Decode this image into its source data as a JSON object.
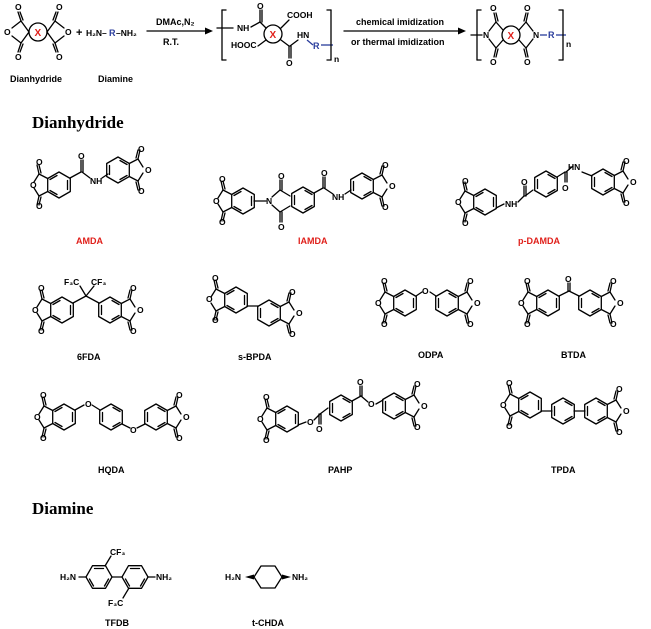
{
  "reaction": {
    "dianhydride_label": "Dianhydride",
    "diamine_label": "Diamine",
    "plus": "+",
    "diamine_formula_left": "H₂N–",
    "diamine_formula_r": "R",
    "diamine_formula_right": "–NH₂",
    "conditions_top": "DMAc,N₂",
    "conditions_bottom": "R.T.",
    "imidization_top": "chemical imidization",
    "imidization_bottom": "or thermal imidization",
    "x_symbol": "X",
    "r_symbol": "R",
    "n_symbol": "n",
    "cooh": "COOH",
    "hooc": "HOOC",
    "nh": "NH",
    "hn": "HN",
    "o": "O",
    "n": "N"
  },
  "sections": {
    "dianhydride_title": "Dianhydride",
    "diamine_title": "Diamine"
  },
  "dianhydrides": [
    {
      "name": "AMDA",
      "highlight": true
    },
    {
      "name": "IAMDA",
      "highlight": true
    },
    {
      "name": "p-DAMDA",
      "highlight": true
    },
    {
      "name": "6FDA",
      "highlight": false
    },
    {
      "name": "s-BPDA",
      "highlight": false
    },
    {
      "name": "ODPA",
      "highlight": false
    },
    {
      "name": "BTDA",
      "highlight": false
    },
    {
      "name": "HQDA",
      "highlight": false
    },
    {
      "name": "PAHP",
      "highlight": false
    },
    {
      "name": "TPDA",
      "highlight": false
    }
  ],
  "diamines": [
    {
      "name": "TFDB"
    },
    {
      "name": "t-CHDA"
    }
  ],
  "atoms": {
    "cf3": "CF₃",
    "f3c": "F₃C",
    "h2n": "H₂N",
    "nh2": "NH₂",
    "hn": "HN",
    "nh": "NH",
    "n": "N",
    "o": "O",
    "h": "H"
  },
  "colors": {
    "highlight": "#e0201b",
    "r_group": "#2a3d9c",
    "text": "#000000"
  }
}
